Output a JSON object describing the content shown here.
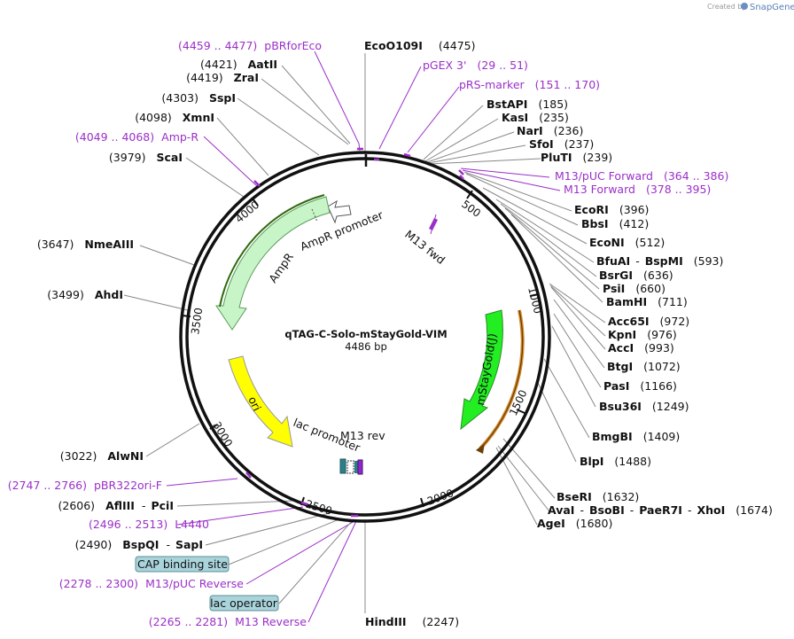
{
  "header": {
    "created_by": "Created by",
    "brand": "SnapGene"
  },
  "plasmid": {
    "name": "qTAG-C-Solo-mStayGold-VIM",
    "size_label": "4486 bp"
  },
  "ticks": [
    "500",
    "1000",
    "1500",
    "2000",
    "2500",
    "3000",
    "3500",
    "4000"
  ],
  "features": {
    "ampr_promoter": "AmpR promoter",
    "ampr": "AmpR",
    "ori": "ori",
    "lac_promoter": "lac promoter",
    "m13_rev": "M13 rev",
    "m13_fwd": "M13 fwd",
    "mstaygold": "mStayGold(J)"
  },
  "sites_top": [
    {
      "name": "EcoO109I",
      "pos": "(4475)"
    }
  ],
  "sites_right": [
    {
      "name": "BstAPI",
      "pos": "(185)"
    },
    {
      "name": "KasI",
      "pos": "(235)"
    },
    {
      "name": "NarI",
      "pos": "(236)"
    },
    {
      "name": "SfoI",
      "pos": "(237)"
    },
    {
      "name": "PluTI",
      "pos": "(239)"
    },
    {
      "name": "EcoRI",
      "pos": "(396)"
    },
    {
      "name": "BbsI",
      "pos": "(412)"
    },
    {
      "name": "EcoNI",
      "pos": "(512)"
    },
    {
      "name": "BfuAI",
      "sep": "-",
      "name2": "BspMI",
      "pos": "(593)"
    },
    {
      "name": "BsrGI",
      "pos": "(636)"
    },
    {
      "name": "PsiI",
      "pos": "(660)"
    },
    {
      "name": "BamHI",
      "pos": "(711)"
    },
    {
      "name": "Acc65I",
      "pos": "(972)"
    },
    {
      "name": "KpnI",
      "pos": "(976)"
    },
    {
      "name": "AccI",
      "pos": "(993)"
    },
    {
      "name": "BtgI",
      "pos": "(1072)"
    },
    {
      "name": "PasI",
      "pos": "(1166)"
    },
    {
      "name": "Bsu36I",
      "pos": "(1249)"
    },
    {
      "name": "BmgBI",
      "pos": "(1409)"
    },
    {
      "name": "BlpI",
      "pos": "(1488)"
    },
    {
      "name": "BseRI",
      "pos": "(1632)"
    },
    {
      "name": "AvaI",
      "sep": "-",
      "name2": "BsoBI",
      "sep2": "-",
      "name3": "PaeR7I",
      "sep3": "-",
      "name4": "XhoI",
      "pos": "(1674)"
    },
    {
      "name": "AgeI",
      "pos": "(1680)"
    }
  ],
  "sites_left": [
    {
      "name": "AatII",
      "pos": "(4421)"
    },
    {
      "name": "ZraI",
      "pos": "(4419)"
    },
    {
      "name": "SspI",
      "pos": "(4303)"
    },
    {
      "name": "XmnI",
      "pos": "(4098)"
    },
    {
      "name": "ScaI",
      "pos": "(3979)"
    },
    {
      "name": "NmeAIII",
      "pos": "(3647)"
    },
    {
      "name": "AhdI",
      "pos": "(3499)"
    },
    {
      "name": "AlwNI",
      "pos": "(3022)"
    },
    {
      "name": "AflIII",
      "sep": "-",
      "name2": "PciI",
      "pos": "(2606)"
    },
    {
      "name": "BspQI",
      "sep": "-",
      "name2": "SapI",
      "pos": "(2490)"
    }
  ],
  "sites_bottom": [
    {
      "name": "HindIII",
      "pos": "(2247)"
    }
  ],
  "primers": [
    {
      "range": "(4459 .. 4477)",
      "name": "pBRforEco"
    },
    {
      "name": "pGEX 3'",
      "range": "(29 .. 51)"
    },
    {
      "name": "pRS-marker",
      "range": "(151 .. 170)"
    },
    {
      "name": "M13/pUC Forward",
      "range": "(364 .. 386)"
    },
    {
      "name": "M13 Forward",
      "range": "(378 .. 395)"
    },
    {
      "range": "(4049 .. 4068)",
      "name": "Amp-R"
    },
    {
      "range": "(2747 .. 2766)",
      "name": "pBR322ori-F"
    },
    {
      "range": "(2496 .. 2513)",
      "name": "L4440"
    },
    {
      "range": "(2278 .. 2300)",
      "name": "M13/pUC Reverse"
    },
    {
      "range": "(2265 .. 2281)",
      "name": "M13 Reverse"
    }
  ],
  "boxed_features": [
    {
      "name": "CAP binding site"
    },
    {
      "name": "lac operator"
    }
  ],
  "colors": {
    "backbone": "#111111",
    "primer": "#9b30c8",
    "ampr_fill": "#c8f5c8",
    "ampr_outline": "#5a9a5a",
    "ori_fill": "#ffff00",
    "mstaygold_fill": "#22ee22",
    "orf_line": "#d4892a",
    "box_fill": "#a9d4dc"
  }
}
